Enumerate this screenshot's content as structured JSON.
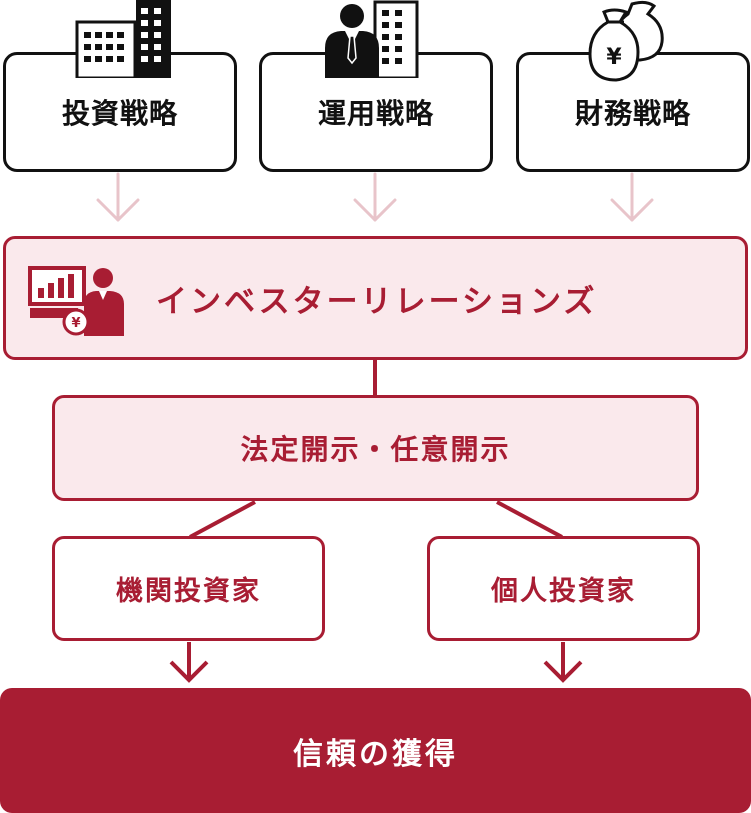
{
  "strategies": [
    {
      "label": "投資戦略",
      "icon": "office-building-icon"
    },
    {
      "label": "運用戦略",
      "icon": "businessman-building-icon"
    },
    {
      "label": "財務戦略",
      "icon": "yen-money-bag-icon"
    }
  ],
  "investor_relations": {
    "label": "インベスターリレーションズ",
    "icon": "ir-presentation-icon"
  },
  "disclosure": {
    "label": "法定開示・任意開示"
  },
  "investors": [
    {
      "label": "機関投資家"
    },
    {
      "label": "個人投資家"
    }
  ],
  "outcome": {
    "label": "信頼の獲得"
  },
  "colors": {
    "brand": "#a81d33",
    "brand_light": "#fae9ec",
    "arrow_light": "#e8c4ca",
    "dark": "#111111"
  }
}
